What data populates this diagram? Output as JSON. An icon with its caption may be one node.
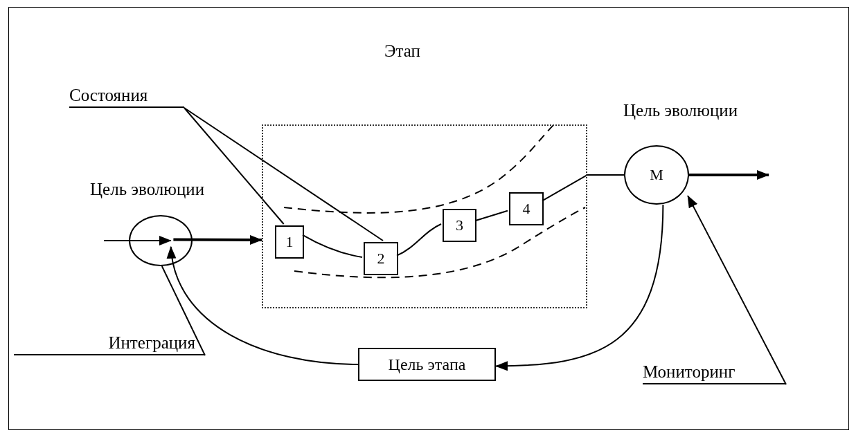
{
  "diagram": {
    "nodes": [
      {
        "text": [
          "Этап"
        ]
      },
      {
        "text": [
          "1"
        ],
        "in": 0
      },
      {
        "text": [
          "2"
        ],
        "in": 0
      },
      {
        "text": [
          "3"
        ],
        "in": 0
      },
      {
        "text": [
          "4"
        ],
        "in": 0
      },
      {
        "text": [],
        "shape": "circle",
        "beside": [
          "Цель эволюции"
        ]
      },
      {
        "text": [
          "М"
        ],
        "beside": [
          "Цель эволюции"
        ]
      },
      {
        "text": [
          "Цель этапа"
        ]
      },
      {
        "text": [
          "Состояния"
        ]
      },
      {
        "text": [
          "Интеграция"
        ]
      },
      {
        "text": [
          "Мониторинг"
        ]
      }
    ],
    "edges": [
      {
        "from": null,
        "to": 5,
        "arrow": "to"
      },
      {
        "from": 5,
        "to": 0,
        "arrow": "to",
        "style": "thick"
      },
      {
        "from": 1,
        "to": 2,
        "arrow": "none"
      },
      {
        "from": 2,
        "to": 3,
        "arrow": "none"
      },
      {
        "from": 3,
        "to": 4,
        "arrow": "none"
      },
      {
        "from": 4,
        "to": 6,
        "arrow": "none"
      },
      {
        "from": 6,
        "to": null,
        "arrow": "to",
        "style": "thick"
      },
      {
        "from": 6,
        "to": 7,
        "arrow": "to"
      },
      {
        "from": 7,
        "to": 5,
        "arrow": "to"
      },
      {
        "from": 8,
        "to": 1,
        "arrow": "none"
      },
      {
        "from": 8,
        "to": 2,
        "arrow": "none"
      },
      {
        "from": 9,
        "to": 5,
        "arrow": "none"
      },
      {
        "from": 10,
        "to": 6,
        "arrow": "to"
      }
    ]
  }
}
